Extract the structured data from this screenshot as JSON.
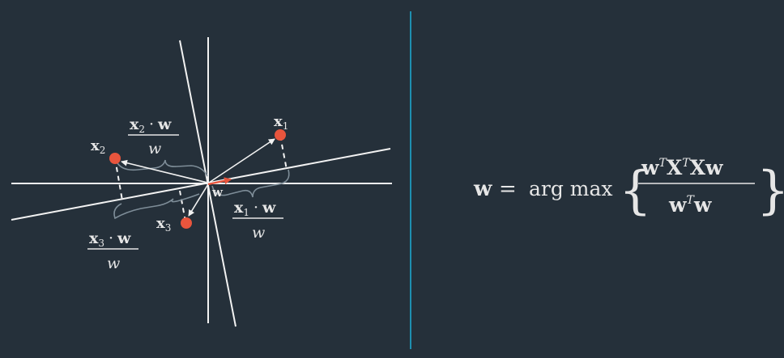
{
  "colors": {
    "background": "#25303a",
    "axis": "#f2f2f2",
    "point": "#e8553d",
    "arrow": "#f2f2f2",
    "w_vector": "#e8553d",
    "brace": "#7e8d98",
    "divider": "#1f8fb0",
    "text": "#e6e6e6"
  },
  "points": [
    {
      "id": "x1",
      "name": "x",
      "sub": "1"
    },
    {
      "id": "x2",
      "name": "x",
      "sub": "2"
    },
    {
      "id": "x3",
      "name": "x",
      "sub": "3"
    }
  ],
  "w_label": "w",
  "projections": [
    {
      "id": "p1",
      "num_vec": "x",
      "num_sub": "1",
      "dot": "·",
      "num_w": "w",
      "den": "w"
    },
    {
      "id": "p2",
      "num_vec": "x",
      "num_sub": "2",
      "dot": "·",
      "num_w": "w",
      "den": "w"
    },
    {
      "id": "p3",
      "num_vec": "x",
      "num_sub": "3",
      "dot": "·",
      "num_w": "w",
      "den": "w"
    }
  ],
  "equation": {
    "lhs": "w",
    "equals": "=",
    "operator": "arg max",
    "numerator": {
      "w": "w",
      "sup_T1": "T",
      "X1": "X",
      "sup_T2": "T",
      "X2": "X",
      "w2": "w"
    },
    "denominator": {
      "w": "w",
      "sup_T": "T",
      "w2": "w"
    },
    "open_brace": "{",
    "close_brace": "}"
  }
}
